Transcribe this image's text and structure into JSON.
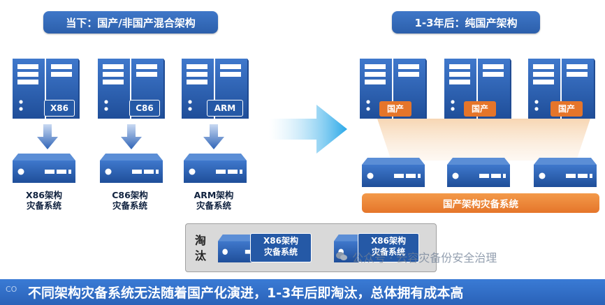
{
  "headers": {
    "current": "当下：国产/非国产混合架构",
    "future": "1-3年后：纯国产架构"
  },
  "left_servers": [
    {
      "tag": "X86",
      "system": [
        "X86架构",
        "灾备系统"
      ]
    },
    {
      "tag": "C86",
      "system": [
        "C86架构",
        "灾备系统"
      ]
    },
    {
      "tag": "ARM",
      "system": [
        "ARM架构",
        "灾备系统"
      ]
    }
  ],
  "right_servers": [
    {
      "tag": "国产"
    },
    {
      "tag": "国产"
    },
    {
      "tag": "国产"
    }
  ],
  "right_system_label": "国产架构灾备系统",
  "eliminated": {
    "label_chars": [
      "淘",
      "汰"
    ],
    "items": [
      [
        "X86架构",
        "灾备系统"
      ],
      [
        "X86架构",
        "灾备系统"
      ]
    ]
  },
  "watermark": "公众号 · 云容灾备份安全治理",
  "corner_mark": "CO",
  "bottom_banner": "不同架构灾备系统无法随着国产化演进，1-3年后即淘汰，总体拥有成本高",
  "colors": {
    "primary_blue": "#2c5fab",
    "server_blue": "#2e64b5",
    "orange": "#e5752a",
    "gray_box": "#d9d9d9"
  }
}
